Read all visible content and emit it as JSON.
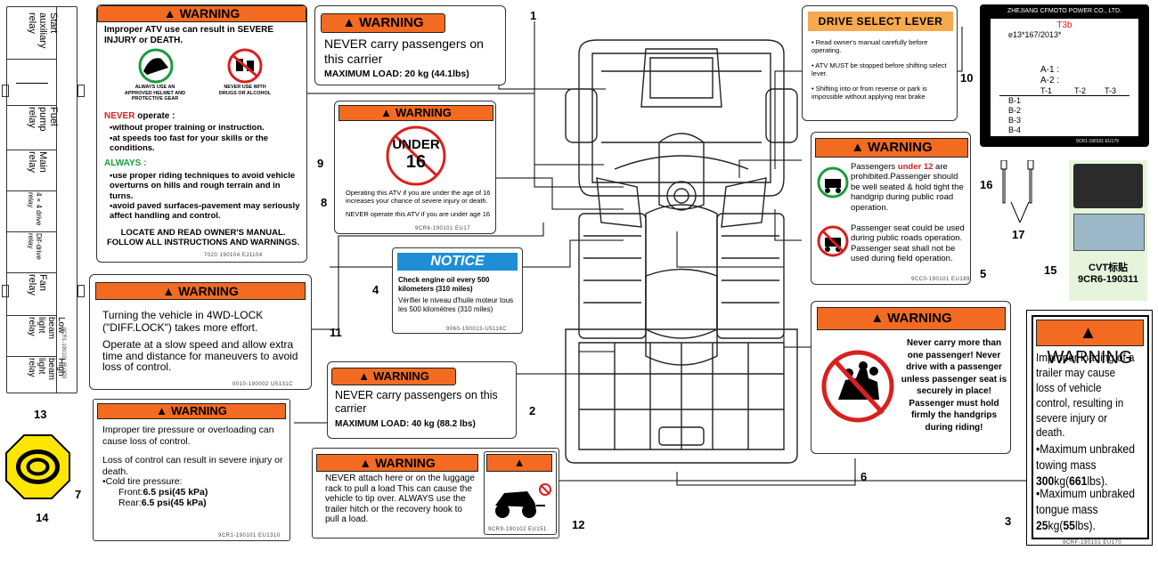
{
  "relay_strip": {
    "items": [
      "Start auxiliary relay",
      "",
      "Fuel pump relay",
      "Main relay",
      "4×4 drive relay",
      "Dif-drive relay",
      "Fan relay",
      "Low beam light relay",
      "High beam light relay"
    ],
    "code": "9CR1-190101   EU179"
  },
  "warning_heading": "WARNING",
  "label9": {
    "intro": "Improper ATV use can result in SEVERE INJURY or DEATH.",
    "icon1_caption": "ALWAYS USE AN APPROVED HELMET AND PROTECTIVE GEAR",
    "icon2_caption": "NEVER USE WITH DRUGS OR ALCOHOL",
    "never_title": "NEVER",
    "never_suffix": " operate :",
    "never_items": [
      "without proper training or instruction.",
      "at speeds too fast for your skills or the conditions."
    ],
    "always_title": "ALWAYS :",
    "always_items": [
      "use proper riding techniques to avoid vehicle overturns on hills and rough terrain and in turns.",
      "avoid paved surfaces-pavement may seriously affect handling and control."
    ],
    "footer": "LOCATE AND READ OWNER'S MANUAL. FOLLOW ALL INSTRUCTIONS AND WARNINGS.",
    "code": "7020 190104   EJ1104"
  },
  "label1": {
    "line1": "NEVER carry passengers on this carrier",
    "line2": "MAXIMUM LOAD: 20 kg (44.1lbs)"
  },
  "label8": {
    "under": "UNDER",
    "age": "16",
    "text1": "Operating this ATV if you are under the age of 16 increases your chance of severe injury or death.",
    "text2": "NEVER operate this ATV if you are under age 16",
    "code": "9CR6-190101   EU17"
  },
  "label10": {
    "title": "DRIVE SELECT LEVER",
    "items": [
      "Read owner's manual carefully before operating.",
      "ATV MUST be stopped before shifting select lever.",
      "Shifting into or from reverse or park is impossible without applying rear brake"
    ]
  },
  "label16": {
    "maker": "ZHEJIANG CFMOTO POWER CO., LTD.",
    "model": "T3b",
    "approval": "e13*167/2013*",
    "a1": "A-1 :",
    "a2": "A-2 :",
    "t_headers": [
      "T-1",
      "T-2",
      "T-3"
    ],
    "b_rows": [
      "B-1",
      "B-2",
      "B-3",
      "B-4"
    ],
    "code": "9CR1-190101   EU179"
  },
  "label5": {
    "text1a": "Passengers ",
    "text1b": "under 12",
    "text1c": " are prohibited.Passenger should be well seated & hold tight the handgrip during public road operation.",
    "text2": "Passenger seat could be used during public roads operation. Passenger seat shall not be used during field operation.",
    "code": "9CC0-190101   EU189"
  },
  "label4": {
    "title": "NOTICE",
    "line1": "Check engine oil every 500 kilometers (310 miles)",
    "line2": "Vérifier le niveau d'huile moteur tous les 500 kilomètres (310 miles)",
    "code": "9060-190013-U5118C"
  },
  "label11": {
    "p1": "Turning the vehicle in 4WD-LOCK (\"DIFF.LOCK\") takes more effort.",
    "p2": "Operate at a slow speed and allow extra time and distance for maneuvers to avoid loss of control.",
    "code": "0010-190002   U5131C"
  },
  "label2": {
    "line1": "NEVER carry passengers on this carrier",
    "line2": "MAXIMUM LOAD: 40 kg (88.2 lbs)"
  },
  "label6": {
    "text": "Never carry more than one passenger! Never drive with a passenger unless passenger seat is securely in place! Passenger must hold firmly the handgrips during riding!"
  },
  "label7": {
    "p1": "Improper tire pressure or overloading can cause loss of control.",
    "p2": "Loss of control can result in severe injury or death.",
    "p3": "•Cold tire pressure:",
    "front_label": "Front:",
    "front_val": "6.5 psi(45 kPa)",
    "rear_label": "Rear:",
    "rear_val": "6.5 psi(45 kPa)",
    "code": "9CR1-190101   EU1310"
  },
  "label12": {
    "text": "NEVER attach here or on the luggage rack to pull a load This can cause the vehicle to tip over. ALWAYS use the trailer hitch or the recovery hook to pull a load.",
    "code": "9CR9-190102   EU151"
  },
  "label3": {
    "p1": "Improper loading of a trailer may cause loss of vehicle control, resulting in severe injury or death.",
    "p2a": "•Maximum unbraked towing mass ",
    "p2b": "300",
    "p2c": "kg(",
    "p2d": "661",
    "p2e": "lbs).",
    "p3a": "•Maximum unbraked tongue mass ",
    "p3b": "25",
    "p3c": "kg(",
    "p3d": "55",
    "p3e": "lbs).",
    "code": "9CRF-190101   EU170"
  },
  "cvt": {
    "title": "CVT标贴",
    "code": "9CR6-190311"
  },
  "callouts": [
    "1",
    "2",
    "3",
    "4",
    "5",
    "6",
    "7",
    "8",
    "9",
    "10",
    "11",
    "12",
    "13",
    "14",
    "15",
    "16",
    "17"
  ],
  "colors": {
    "warning_orange": "#f26b21",
    "notice_blue": "#1e8fd6",
    "yellow": "#ffe600",
    "red": "#d9201e",
    "green": "#1a9c3b"
  }
}
